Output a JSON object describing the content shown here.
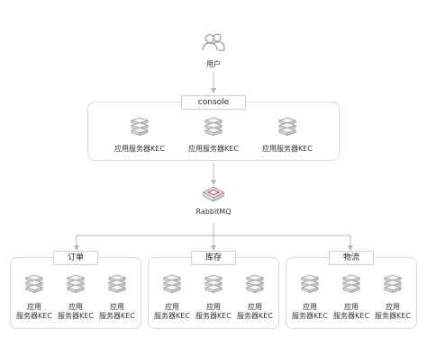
{
  "user": {
    "label": "用户"
  },
  "console": {
    "title": "console"
  },
  "console_servers": [
    {
      "label": "应用服务器KEC"
    },
    {
      "label": "应用服务器KEC"
    },
    {
      "label": "应用服务器KEC"
    }
  ],
  "mq": {
    "label": "RabbitMQ"
  },
  "groups": [
    {
      "title": "订单",
      "servers": [
        {
          "line1": "应用",
          "line2": "服务器KEC"
        },
        {
          "line1": "应用",
          "line2": "服务器KEC"
        },
        {
          "line1": "应用",
          "line2": "服务器KEC"
        }
      ]
    },
    {
      "title": "库存",
      "servers": [
        {
          "line1": "应用",
          "line2": "服务器KEC"
        },
        {
          "line1": "应用",
          "line2": "服务器KEC"
        },
        {
          "line1": "应用",
          "line2": "服务器KEC"
        }
      ]
    },
    {
      "title": "物流",
      "servers": [
        {
          "line1": "应用",
          "line2": "服务器KEC"
        },
        {
          "line1": "应用",
          "line2": "服务器KEC"
        },
        {
          "line1": "应用",
          "line2": "服务器KEC"
        }
      ]
    }
  ],
  "colors": {
    "line": "#b5b5b5",
    "border": "#dcdcdc",
    "mq_accent": "#e0484d",
    "icon": "#9a9a9a"
  }
}
